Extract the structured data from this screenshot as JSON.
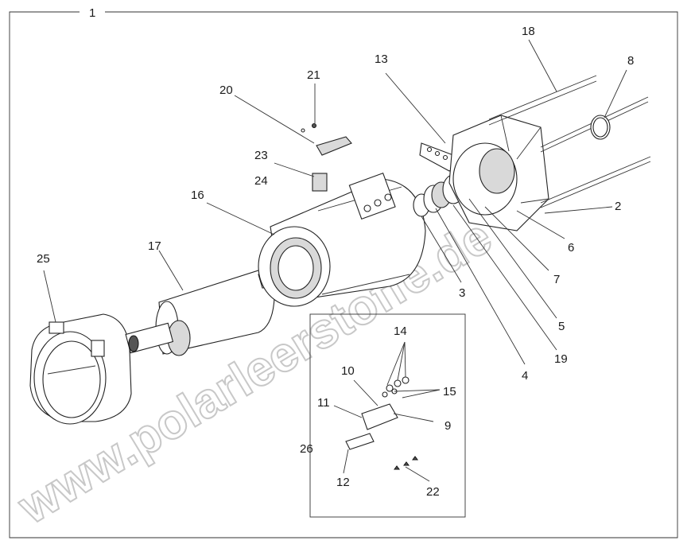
{
  "watermark": "www.polarleerstoffe.de",
  "labels": {
    "l1": "1",
    "l2": "2",
    "l3": "3",
    "l4": "4",
    "l5": "5",
    "l6": "6",
    "l7": "7",
    "l8": "8",
    "l9": "9",
    "l10": "10",
    "l11": "11",
    "l12": "12",
    "l13": "13",
    "l14": "14",
    "l15": "15",
    "l16": "16",
    "l17": "17",
    "l18": "18",
    "l19": "19",
    "l20": "20",
    "l21": "21",
    "l22": "22",
    "l23": "23",
    "l24": "24",
    "l25": "25",
    "l26": "26"
  }
}
